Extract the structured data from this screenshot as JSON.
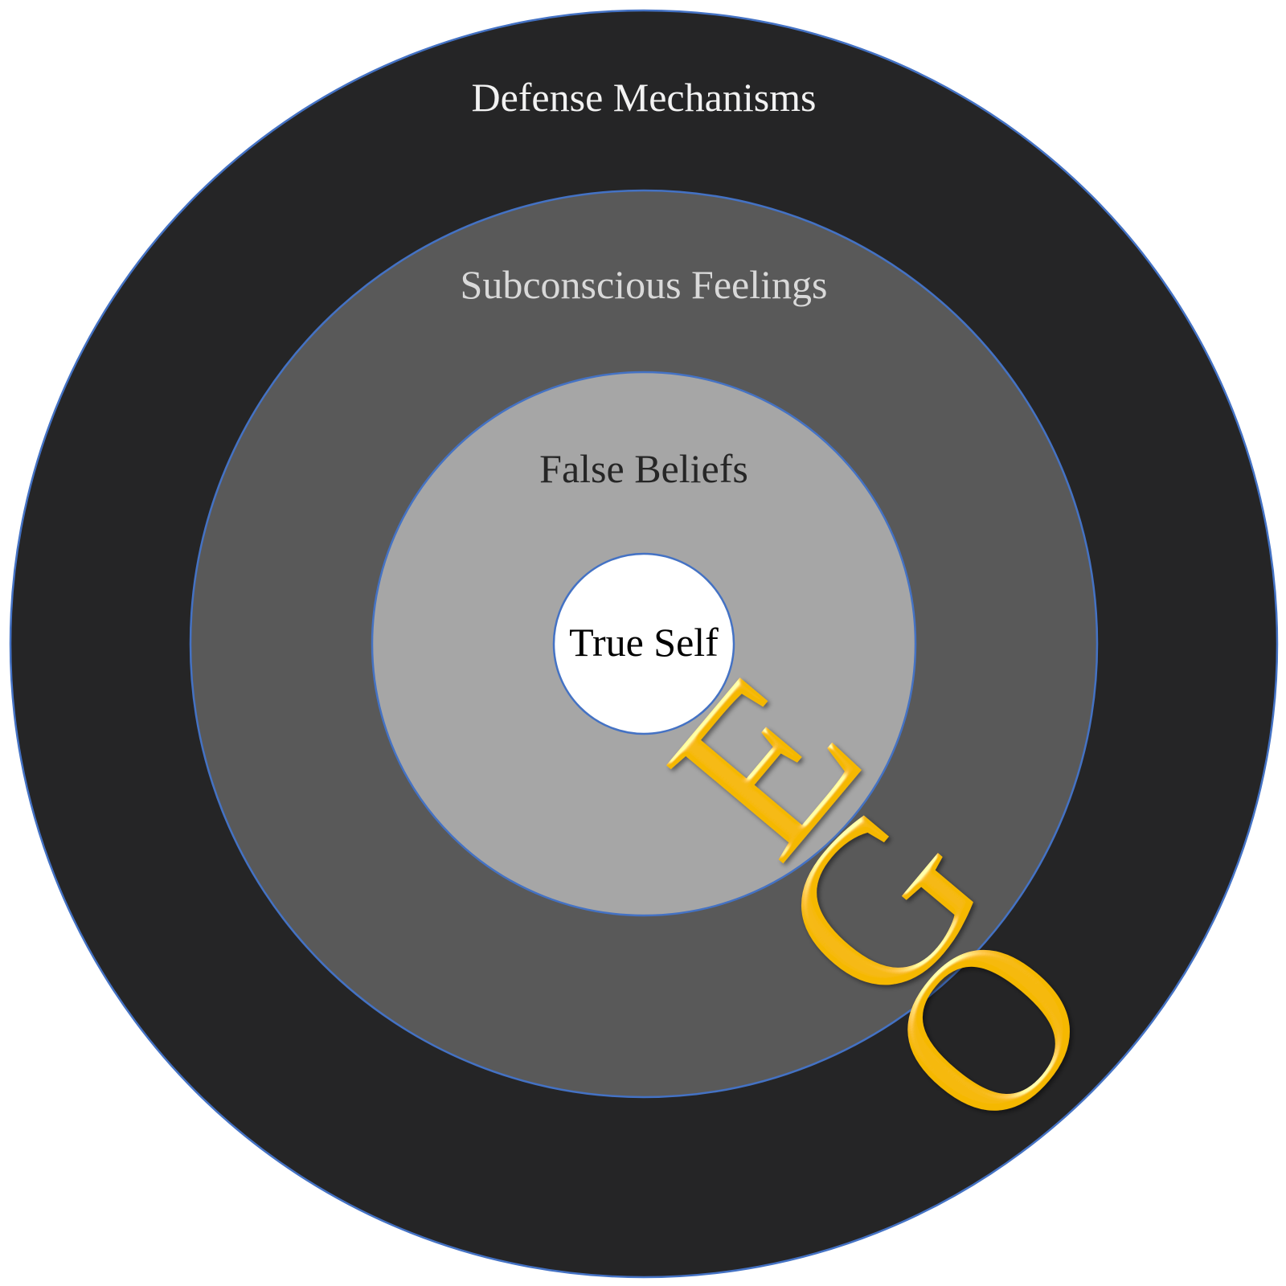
{
  "rings": [
    {
      "id": "outer",
      "label": "Defense Mechanisms",
      "fill": "#252526",
      "text_color": "#f2f2f2"
    },
    {
      "id": "second",
      "label": "Subconscious Feelings",
      "fill": "#595959",
      "text_color": "#d9d9d9"
    },
    {
      "id": "third",
      "label": "False Beliefs",
      "fill": "#a6a6a6",
      "text_color": "#262626"
    },
    {
      "id": "core",
      "label": "True Self",
      "fill": "#ffffff",
      "text_color": "#000000"
    }
  ],
  "outline_color": "#4472c4",
  "ego": {
    "letters": [
      "E",
      "G",
      "O"
    ],
    "color": "#f5b800"
  }
}
